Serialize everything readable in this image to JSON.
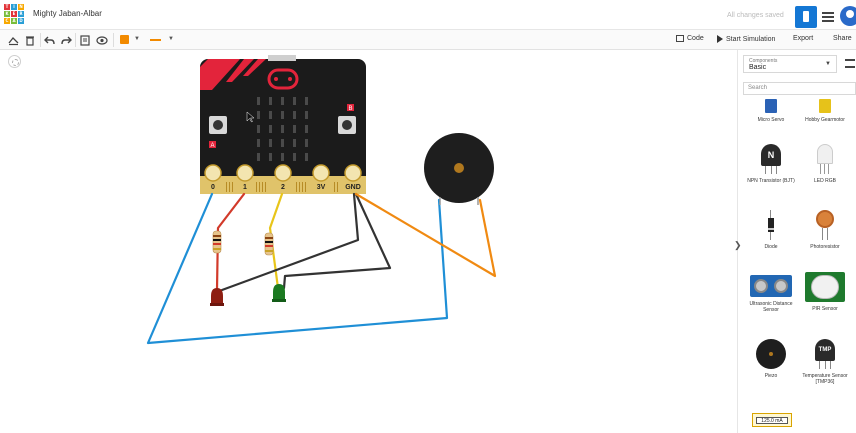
{
  "app": {
    "project_title": "Mighty Jaban-Albar",
    "save_status": "All changes saved",
    "logo_letters": [
      "TIN",
      "KER",
      "CAD"
    ]
  },
  "toolbar": {
    "code_label": "Code",
    "start_sim_label": "Start Simulation",
    "export_label": "Export",
    "share_label": "Share",
    "wire_color": "#f28a00"
  },
  "board": {
    "pin_labels": [
      "0",
      "1",
      "2",
      "3V",
      "GND"
    ],
    "button_labels": [
      "A",
      "B"
    ]
  },
  "panel": {
    "components_label": "Components",
    "components_value": "Basic",
    "search_placeholder": "Search",
    "items": [
      {
        "label": "Micro Servo",
        "icon": "servo-icon"
      },
      {
        "label": "Hobby Gearmotor",
        "icon": "gearmotor-icon"
      },
      {
        "label": "NPN Transistor (BJT)",
        "icon": "npn-transistor-icon"
      },
      {
        "label": "LED RGB",
        "icon": "led-rgb-icon"
      },
      {
        "label": "Diode",
        "icon": "diode-icon"
      },
      {
        "label": "Photoresistor",
        "icon": "photoresistor-icon"
      },
      {
        "label": "Ultrasonic Distance Sensor",
        "icon": "ultrasonic-sensor-icon"
      },
      {
        "label": "PIR Sensor",
        "icon": "pir-sensor-icon"
      },
      {
        "label": "Piezo",
        "icon": "piezo-icon"
      },
      {
        "label": "Temperature Sensor [TMP36]",
        "icon": "temperature-sensor-icon"
      }
    ],
    "transistor_glyph": "N",
    "tmp_glyph": "TMP",
    "current_readout": "125.0 mA"
  },
  "colors": {
    "wire_blue": "#1f8fd6",
    "wire_red": "#d23a2a",
    "wire_yellow": "#e8c51a",
    "wire_black": "#333333",
    "wire_orange": "#f08a12",
    "board_black": "#1b1b1b",
    "board_red": "#e3243b",
    "accent_blue": "#1477d4"
  }
}
